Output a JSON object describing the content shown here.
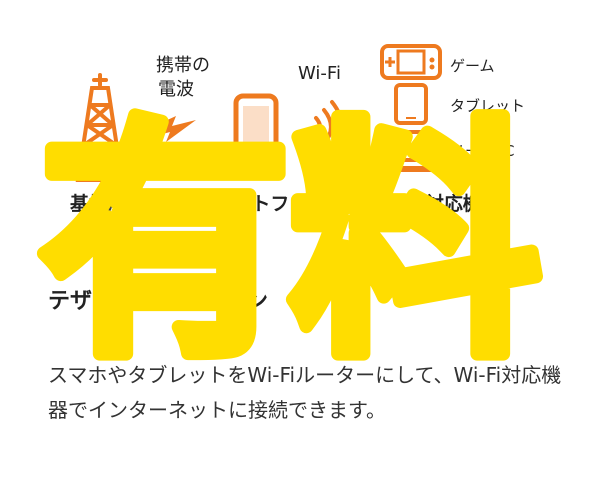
{
  "diagram": {
    "radio_label_line1": "携帯の",
    "radio_label_line2": "電波",
    "wifi_label": "Wi-Fi",
    "game_label": "ゲーム",
    "tablet_label": "タブレット",
    "notepc_label": "ノートPC",
    "base_station_label": "基地局",
    "smartphone_label": "スマートフォン",
    "wifi_devices_label": "Wi-Fi対応機器",
    "accent_color": "#ee7a1f"
  },
  "stamp": {
    "text": "有料",
    "color": "#ffdd00"
  },
  "section": {
    "heading": "テザリングオプション",
    "description": "スマホやタブレットをWi-Fiルーターにして、Wi-Fi対応機器でインターネットに接続できます。"
  }
}
